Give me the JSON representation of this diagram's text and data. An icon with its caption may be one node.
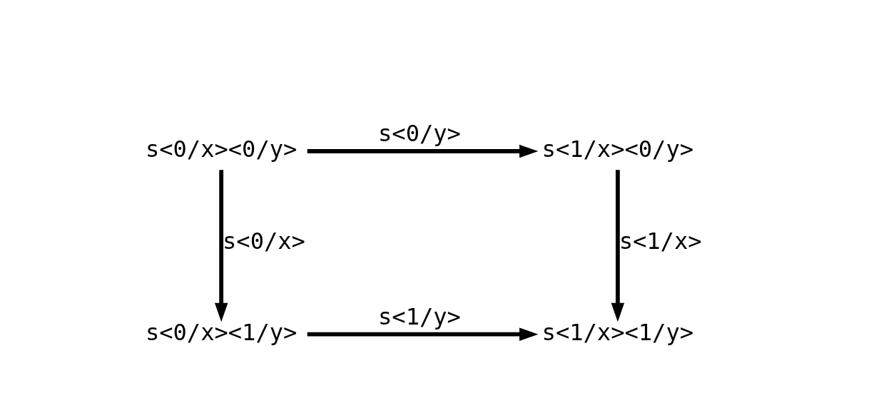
{
  "diagram": {
    "nodes": [
      {
        "text": [
          "s<0/x><0/y>"
        ]
      },
      {
        "text": [
          "s<1/x><0/y>"
        ]
      },
      {
        "text": [
          "s<0/x><1/y>"
        ]
      },
      {
        "text": [
          "s<1/x><1/y>"
        ]
      }
    ],
    "edges": [
      {
        "from": 0,
        "to": 1,
        "arrow": "to",
        "label": "s<0/y>"
      },
      {
        "from": 0,
        "to": 2,
        "arrow": "to",
        "label": "s<0/x>"
      },
      {
        "from": 1,
        "to": 3,
        "arrow": "to",
        "label": "s<1/x>"
      },
      {
        "from": 2,
        "to": 3,
        "arrow": "to",
        "label": "s<1/y>"
      }
    ]
  }
}
